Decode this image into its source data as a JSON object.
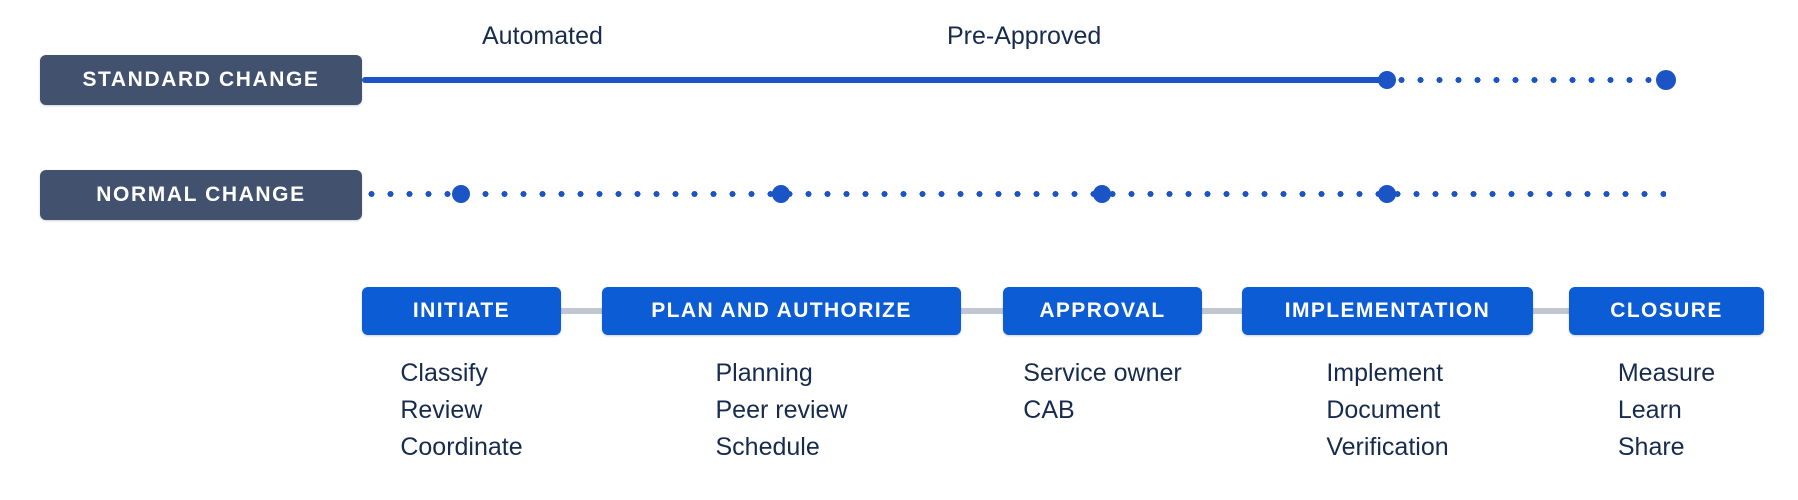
{
  "diagram": {
    "tracks": [
      {
        "label": "STANDARD CHANGE",
        "annotations": [
          {
            "text": "Automated"
          },
          {
            "text": "Pre-Approved"
          }
        ]
      },
      {
        "label": "NORMAL CHANGE"
      }
    ],
    "stages": [
      {
        "label": "INITIATE",
        "items": [
          "Classify",
          "Review",
          "Coordinate"
        ]
      },
      {
        "label": "PLAN AND AUTHORIZE",
        "items": [
          "Planning",
          "Peer review",
          "Schedule"
        ]
      },
      {
        "label": "APPROVAL",
        "items": [
          "Service owner",
          "CAB"
        ]
      },
      {
        "label": "IMPLEMENTATION",
        "items": [
          "Implement",
          "Document",
          "Verification"
        ]
      },
      {
        "label": "CLOSURE",
        "items": [
          "Measure",
          "Learn",
          "Share"
        ]
      }
    ],
    "colors": {
      "track_label_bg": "#42526E",
      "stage_bg": "#0C5CD6",
      "line": "#1B54C5",
      "text": "#172B4D",
      "connector": "#C1C7D0"
    }
  }
}
